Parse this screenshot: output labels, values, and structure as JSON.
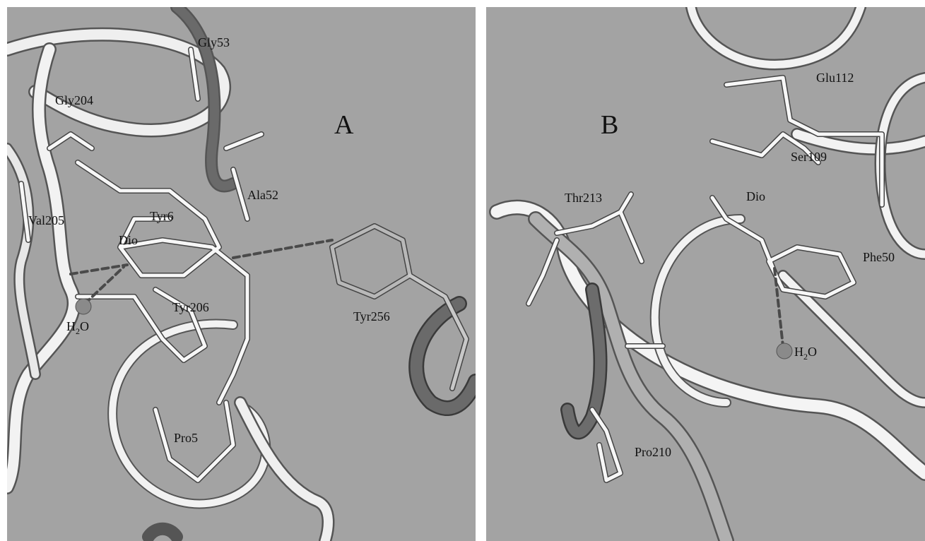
{
  "panel_a": {
    "letter": "A",
    "residues": {
      "gly53": "Gly53",
      "gly204": "Gly204",
      "ala52": "Ala52",
      "tyr6": "Tyr6",
      "val205": "Val205",
      "dio": "Dio",
      "tyr206": "Tyr206",
      "tyr256": "Tyr256",
      "pro5": "Pro5"
    },
    "water": {
      "h": "H",
      "sub": "2",
      "o": "O"
    }
  },
  "panel_b": {
    "letter": "B",
    "residues": {
      "glu112": "Glu112",
      "ser109": "Ser109",
      "thr213": "Thr213",
      "dio": "Dio",
      "phe50": "Phe50",
      "pro210": "Pro210"
    },
    "water": {
      "h": "H",
      "sub": "2",
      "o": "O"
    }
  },
  "colors": {
    "background": "#a3a3a3",
    "ribbon_light": "#f2f2f2",
    "ribbon_dark": "#5a5a5a",
    "hbond": "#4a4a4a"
  }
}
